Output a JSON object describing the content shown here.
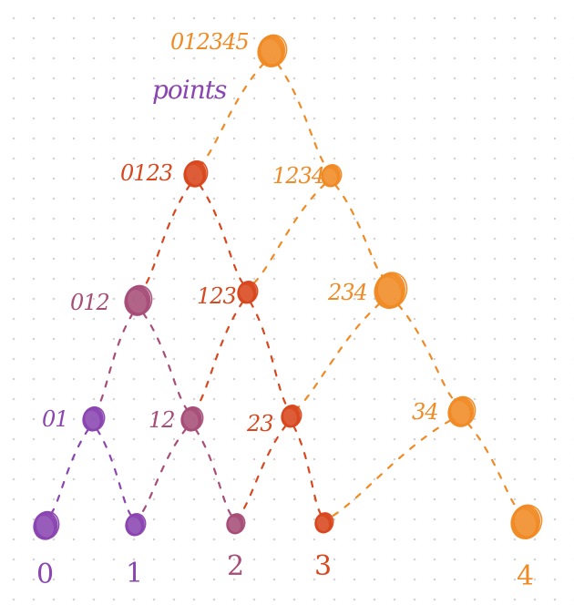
{
  "diagram": {
    "legend_label": "points",
    "colors": {
      "purple": "#8a45b0",
      "magenta": "#a64d78",
      "red": "#d8471e",
      "orange": "#f08a24",
      "grid_dot": "#d3d3d3"
    },
    "nodes": [
      {
        "id": "n012345",
        "label": "012345",
        "color": "orange"
      },
      {
        "id": "n0123",
        "label": "0123",
        "color": "red"
      },
      {
        "id": "n1234",
        "label": "1234",
        "color": "orange"
      },
      {
        "id": "n012",
        "label": "012",
        "color": "magenta"
      },
      {
        "id": "n123",
        "label": "123",
        "color": "red"
      },
      {
        "id": "n234",
        "label": "234",
        "color": "orange"
      },
      {
        "id": "n01",
        "label": "01",
        "color": "purple"
      },
      {
        "id": "n12",
        "label": "12",
        "color": "magenta"
      },
      {
        "id": "n23",
        "label": "23",
        "color": "red"
      },
      {
        "id": "n34",
        "label": "34",
        "color": "orange"
      },
      {
        "id": "n0",
        "label": "0",
        "color": "purple"
      },
      {
        "id": "n1",
        "label": "1",
        "color": "purple"
      },
      {
        "id": "n2",
        "label": "2",
        "color": "magenta"
      },
      {
        "id": "n3",
        "label": "3",
        "color": "red"
      },
      {
        "id": "n4",
        "label": "4",
        "color": "orange"
      }
    ],
    "edges": [
      {
        "from": "n012345",
        "to": "n0123",
        "color": "orange"
      },
      {
        "from": "n012345",
        "to": "n1234",
        "color": "orange"
      },
      {
        "from": "n0123",
        "to": "n012",
        "color": "red"
      },
      {
        "from": "n0123",
        "to": "n123",
        "color": "red"
      },
      {
        "from": "n1234",
        "to": "n123",
        "color": "orange"
      },
      {
        "from": "n1234",
        "to": "n234",
        "color": "orange"
      },
      {
        "from": "n012",
        "to": "n01",
        "color": "magenta"
      },
      {
        "from": "n012",
        "to": "n12",
        "color": "magenta"
      },
      {
        "from": "n123",
        "to": "n12",
        "color": "red"
      },
      {
        "from": "n123",
        "to": "n23",
        "color": "red"
      },
      {
        "from": "n234",
        "to": "n23",
        "color": "orange"
      },
      {
        "from": "n234",
        "to": "n34",
        "color": "orange"
      },
      {
        "from": "n01",
        "to": "n0",
        "color": "purple"
      },
      {
        "from": "n01",
        "to": "n1",
        "color": "purple"
      },
      {
        "from": "n12",
        "to": "n1",
        "color": "magenta"
      },
      {
        "from": "n12",
        "to": "n2",
        "color": "magenta"
      },
      {
        "from": "n23",
        "to": "n2",
        "color": "red"
      },
      {
        "from": "n23",
        "to": "n3",
        "color": "red"
      },
      {
        "from": "n34",
        "to": "n3",
        "color": "orange"
      },
      {
        "from": "n34",
        "to": "n4",
        "color": "orange"
      }
    ]
  }
}
